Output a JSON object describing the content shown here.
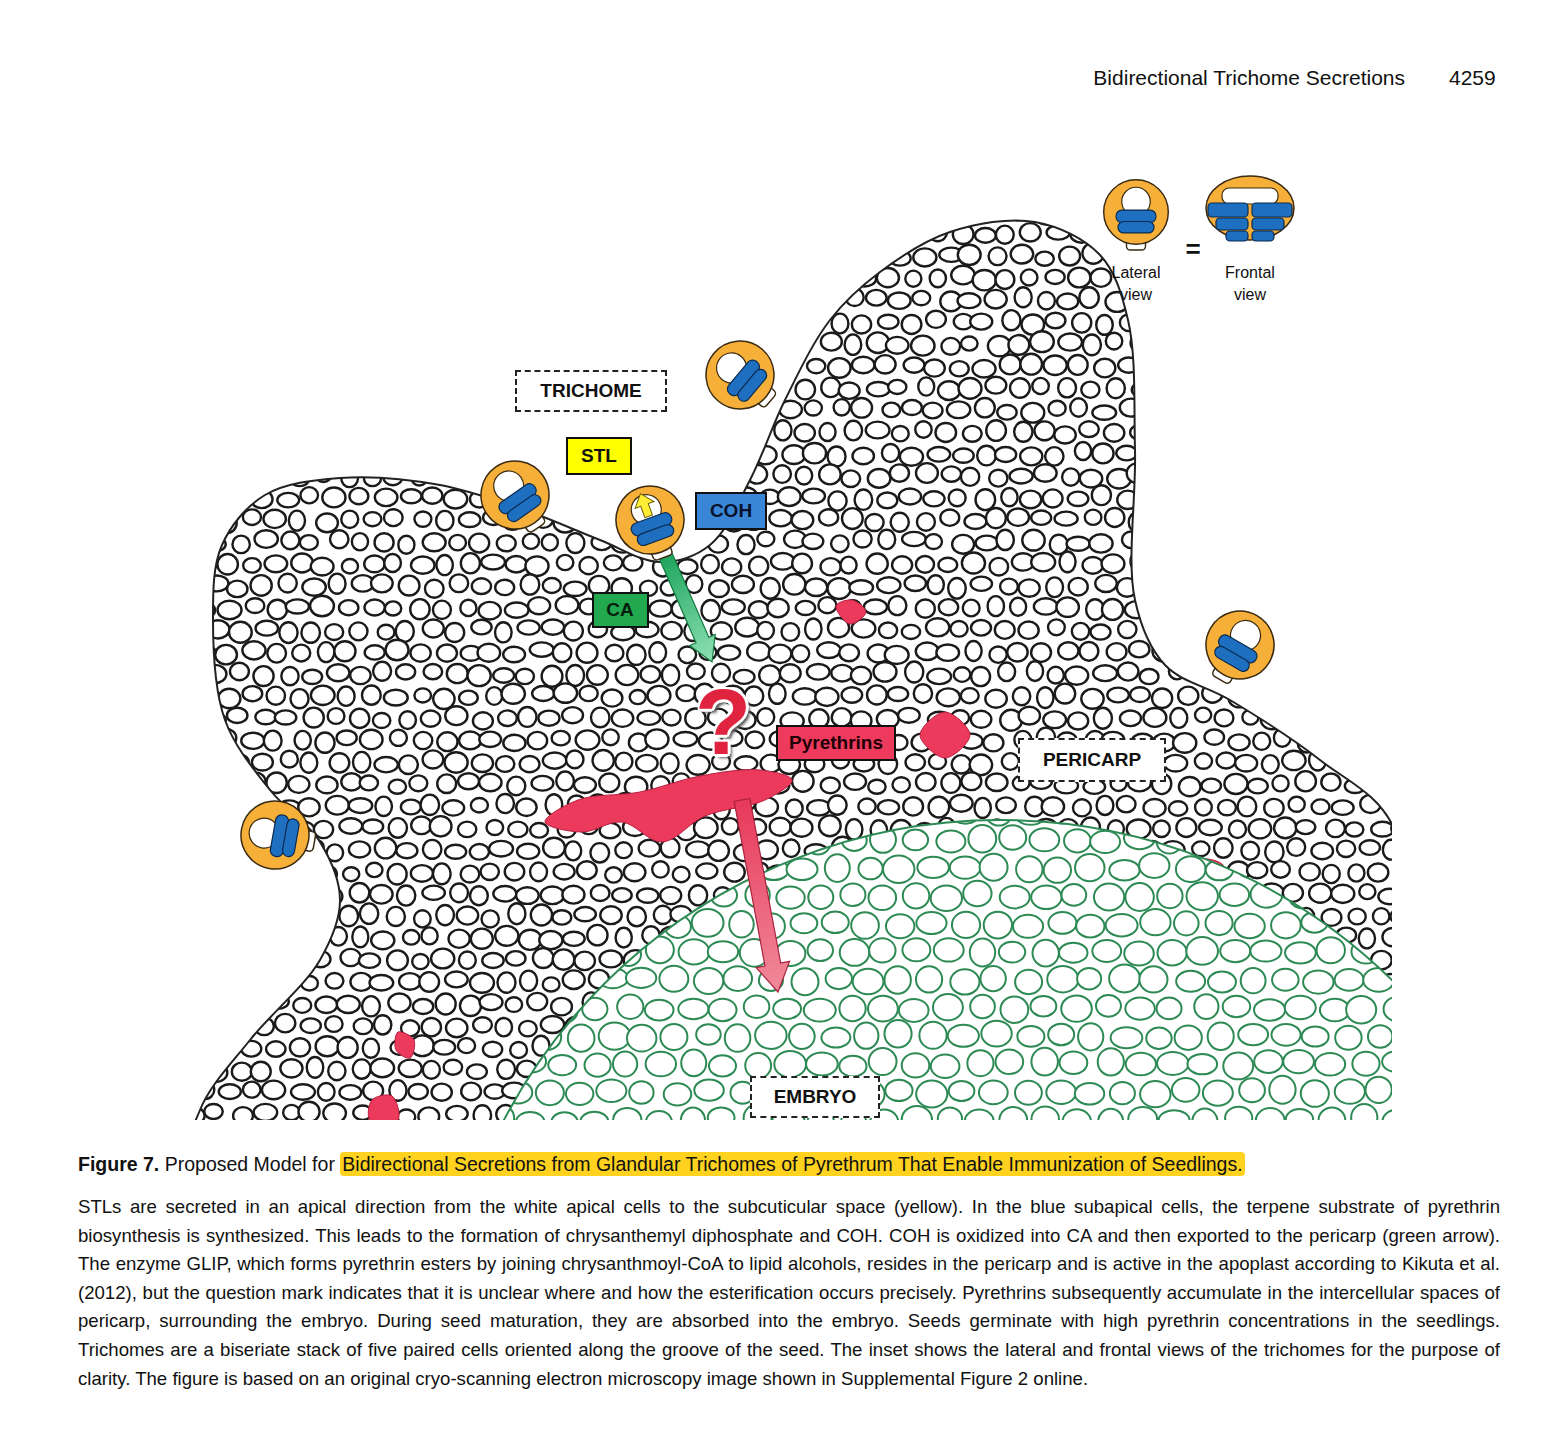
{
  "diagram": {
    "title": "Figure 7. Proposed Model for Bidirectional Secretions from Glandular Trichomes of Pyrethrum That Enable Immunization of Seedlings.",
    "caption": "STLs are secreted in an apical direction from the white apical cells to the subcuticular space (yellow). In the blue subapical cells, the terpene substrate of pyrethrin biosynthesis is synthesized. This leads to the formation of chrysanthemyl diphosphate and COH. COH is oxidized into CA and then exported to the pericarp (green arrow). The enzyme GLIP, which forms pyrethrin esters by joining chrysanthmoyl-CoA to lipid alcohols, resides in the pericarp and is active in the apoplast according to Kikuta et al. (2012), but the question mark indicates that it is unclear where and how the esterification occurs precisely. Pyrethrins subsequently accumulate in the intercellular spaces of pericarp, surrounding the embryo. During seed maturation, they are absorbed into the embryo. Seeds germinate with high pyrethrin concentrations in the seedlings. Trichomes are a biseriate stack of five paired cells oriented along the groove of the seed. The inset shows the lateral and frontal views of the trichomes for the purpose of clarity. The figure is based on an original cryo-scanning electron microscopy image shown in Supplemental Figure 2 online.",
    "nodes": [
      {
        "text": [
          "TRICHOME"
        ]
      },
      {
        "text": [
          "STL"
        ]
      },
      {
        "text": [
          "COH"
        ]
      },
      {
        "text": [
          "CA"
        ]
      },
      {
        "text": [
          "Pyrethrins"
        ]
      },
      {
        "text": [
          "PERICARP"
        ]
      },
      {
        "text": [
          "EMBRYO"
        ]
      }
    ],
    "labels": [
      "Bidirectional Trichome Secretions",
      "4259",
      "Lateral view",
      "=",
      "Frontal view",
      "?"
    ]
  }
}
